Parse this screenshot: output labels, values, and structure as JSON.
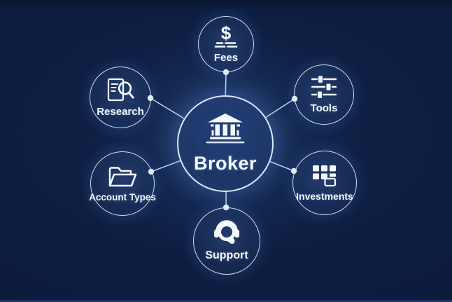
{
  "diagram": {
    "type": "hub-and-spoke",
    "hub": {
      "label": "Broker",
      "icon": "bank-icon"
    },
    "nodes": [
      {
        "label": "Fees",
        "icon": "dollar-fees-icon"
      },
      {
        "label": "Research",
        "icon": "document-search-icon"
      },
      {
        "label": "Tools",
        "icon": "sliders-icon"
      },
      {
        "label": "Account Types",
        "icon": "open-folder-icon"
      },
      {
        "label": "Investments",
        "icon": "asset-grid-icon"
      },
      {
        "label": "Support",
        "icon": "headset-icon"
      }
    ],
    "colors": {
      "background": "#0d1c3e",
      "hub_fill": "#1c3565",
      "circle_stroke": "#d9e7f6",
      "connector_line": "#c6d9ef",
      "label_text": "#f4f8fd",
      "glow": "#4a7ad2"
    }
  }
}
